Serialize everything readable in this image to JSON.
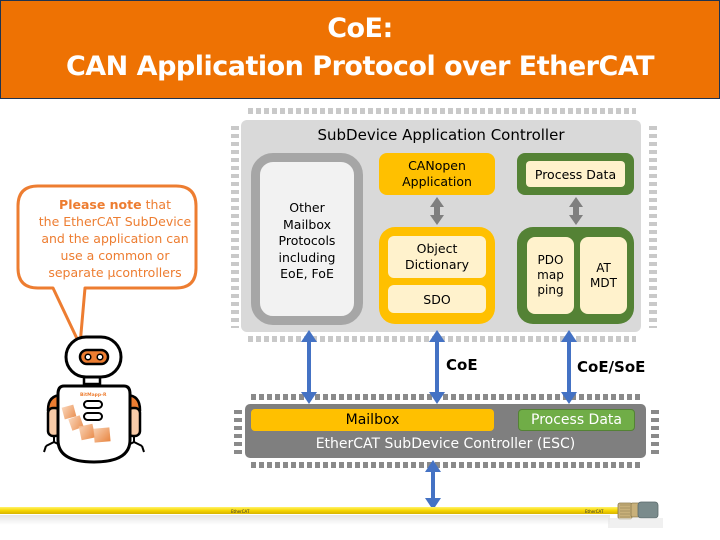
{
  "header": {
    "title_line1": "CoE:",
    "title_line2": "CAN Application Protocol over EtherCAT"
  },
  "colors": {
    "header_bg": "#ee7203",
    "orange_accent": "#ed7d31",
    "yellow_box": "#ffc000",
    "green_box": "#548235",
    "green_light": "#70ad47",
    "cream_fill": "#fff2cc",
    "arrow_blue": "#4472c4",
    "esc_gray": "#7f7f7f",
    "controller_gray": "#d9d9d9"
  },
  "application_controller": {
    "title": "SubDevice Application Controller",
    "other_protocols": {
      "lines": [
        "Other",
        "Mailbox",
        "Protocols",
        "including",
        "EoE, FoE"
      ]
    },
    "canopen_app": {
      "line1": "CANopen",
      "line2": "Application"
    },
    "object_dictionary": {
      "line1": "Object",
      "line2": "Dictionary"
    },
    "sdo": "SDO",
    "process_data": "Process Data",
    "pdo_mapping": {
      "line1": "PDO",
      "line2": "map",
      "line3": "ping"
    },
    "at_mdt": {
      "line1": "AT",
      "line2": "MDT"
    }
  },
  "protocol_labels": {
    "coe": "CoE",
    "coe_soe": "CoE/SoE"
  },
  "esc": {
    "mailbox": "Mailbox",
    "process_data": "Process Data",
    "label": "EtherCAT SubDevice Controller (ESC)"
  },
  "note_bubble": {
    "bold": "Please note",
    "rest_line1": " that",
    "line2": "the EtherCAT SubDevice",
    "line3": "and the application can",
    "line4": "use a common or",
    "line5": "separate µcontrollers"
  },
  "robot": {
    "chest_label": "BitMapp-R"
  },
  "cable": {
    "logo_text": "EtherCAT"
  }
}
